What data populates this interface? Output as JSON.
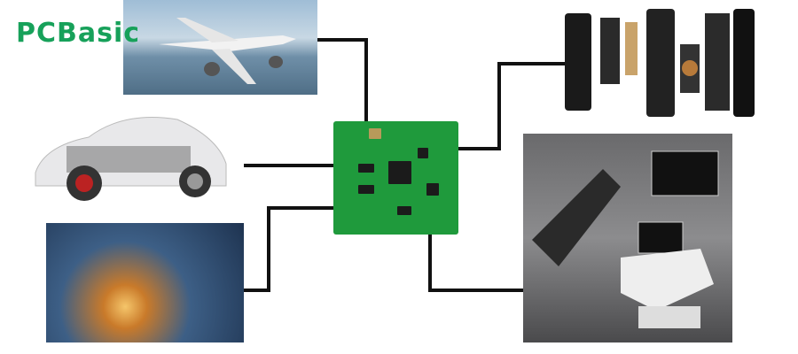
{
  "logo": {
    "text": "PCBasic",
    "color": "#17a15a"
  },
  "images": [
    {
      "name": "airplane",
      "icon": "airplane-photo"
    },
    {
      "name": "automotive",
      "icon": "car-cutaway-photo"
    },
    {
      "name": "industrial",
      "icon": "factory-robots-photo"
    },
    {
      "name": "pcb",
      "icon": "circuit-board-photo"
    },
    {
      "name": "consumer-electronics",
      "icon": "phone-parts-photo"
    },
    {
      "name": "medical",
      "icon": "ultrasound-equipment-photo"
    }
  ],
  "colors": {
    "connector": "#111111",
    "pcb": "#1f9a3c"
  }
}
